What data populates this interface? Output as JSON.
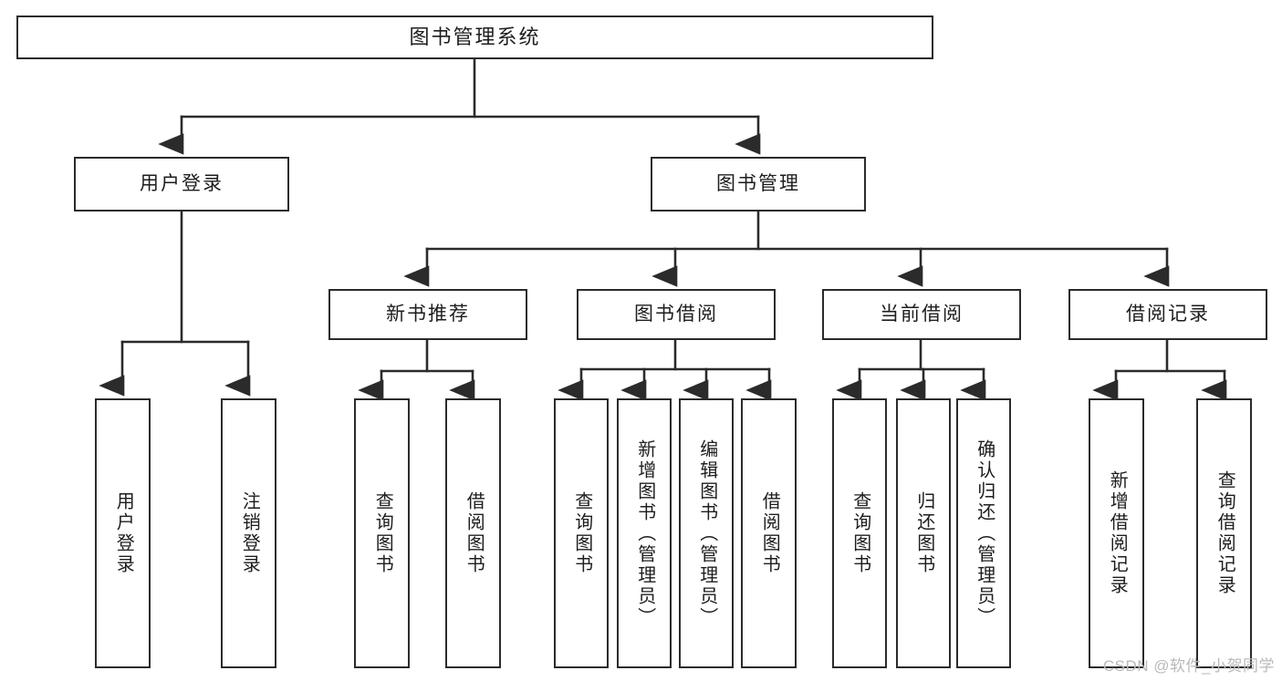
{
  "diagram": {
    "title": "图书管理系统",
    "type": "tree-structure-chart",
    "colors": {
      "box_border": "#2b2b2b",
      "box_fill": "#ffffff",
      "connector": "#2b2b2b",
      "text": "#1d1d1d",
      "watermark": "#b9b9b9",
      "background": "#ffffff"
    },
    "root": {
      "label": "图书管理系统"
    },
    "level1": [
      {
        "label": "用户登录"
      },
      {
        "label": "图书管理"
      }
    ],
    "level2": [
      {
        "label": "新书推荐"
      },
      {
        "label": "图书借阅"
      },
      {
        "label": "当前借阅"
      },
      {
        "label": "借阅记录"
      }
    ],
    "leaves": {
      "user_login": [
        {
          "label": "用户登录"
        },
        {
          "label": "注销登录"
        }
      ],
      "new_book_recommend": [
        {
          "label": "查询图书"
        },
        {
          "label": "借阅图书"
        }
      ],
      "book_borrow": [
        {
          "label": "查询图书"
        },
        {
          "label": "新增图书（管理员）"
        },
        {
          "label": "编辑图书（管理员）"
        },
        {
          "label": "借阅图书"
        }
      ],
      "current_borrow": [
        {
          "label": "查询图书"
        },
        {
          "label": "归还图书"
        },
        {
          "label": "确认归还（管理员）"
        }
      ],
      "borrow_record": [
        {
          "label": "新增借阅记录"
        },
        {
          "label": "查询借阅记录"
        }
      ]
    }
  },
  "watermark": {
    "text": "CSDN @软件_小贺同学"
  }
}
